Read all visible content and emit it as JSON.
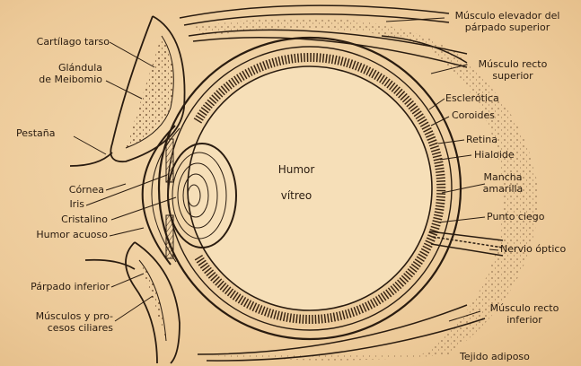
{
  "labels": {
    "cartilago_tarso": "Cartílago tarso",
    "glandula_1": "Glándula",
    "glandula_2": "de Meibomio",
    "pestana": "Pestaña",
    "cornea": "Córnea",
    "iris": "Iris",
    "cristalino": "Cristalino",
    "humor_acuoso": "Humor acuoso",
    "parpado_inferior": "Párpado inferior",
    "musculos_ciliares_1": "Músculos y pro-",
    "musculos_ciliares_2": "cesos ciliares",
    "humor_vitreo_1": "Humor",
    "humor_vitreo_2": "vítreo",
    "elevador_1": "Músculo elevador del",
    "elevador_2": "párpado superior",
    "recto_sup_1": "Músculo recto",
    "recto_sup_2": "superior",
    "esclerotica": "Esclerótica",
    "coroides": "Coroides",
    "retina": "Retina",
    "hialoide": "Hialoide",
    "mancha_1": "Mancha",
    "mancha_2": "amarilla",
    "punto_ciego": "Punto ciego",
    "nervio_optico": "Nervio óptico",
    "recto_inf_1": "Músculo recto",
    "recto_inf_2": "inferior",
    "tejido_adiposo": "Tejido adiposo"
  },
  "colors": {
    "paper": "#efd2a3",
    "ink": "#2a1c10"
  }
}
